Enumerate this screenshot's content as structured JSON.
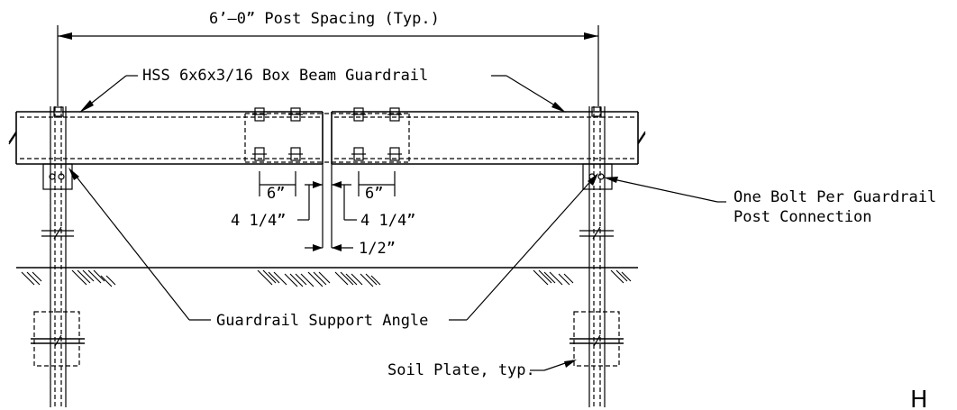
{
  "labels": {
    "post_spacing": "6’–0” Post Spacing (Typ.)",
    "box_beam": "HSS 6x6x3/16 Box Beam Guardrail",
    "dim_6_left": "6”",
    "dim_6_right": "6”",
    "dim_4_left": "4 1/4”",
    "dim_4_right": "4 1/4”",
    "dim_half": "1/2”",
    "one_bolt_line1": "One Bolt Per Guardrail",
    "one_bolt_line2": "Post Connection",
    "support_angle": "Guardrail Support Angle",
    "soil_plate": "Soil Plate, typ.",
    "sheet_letter": "H"
  }
}
